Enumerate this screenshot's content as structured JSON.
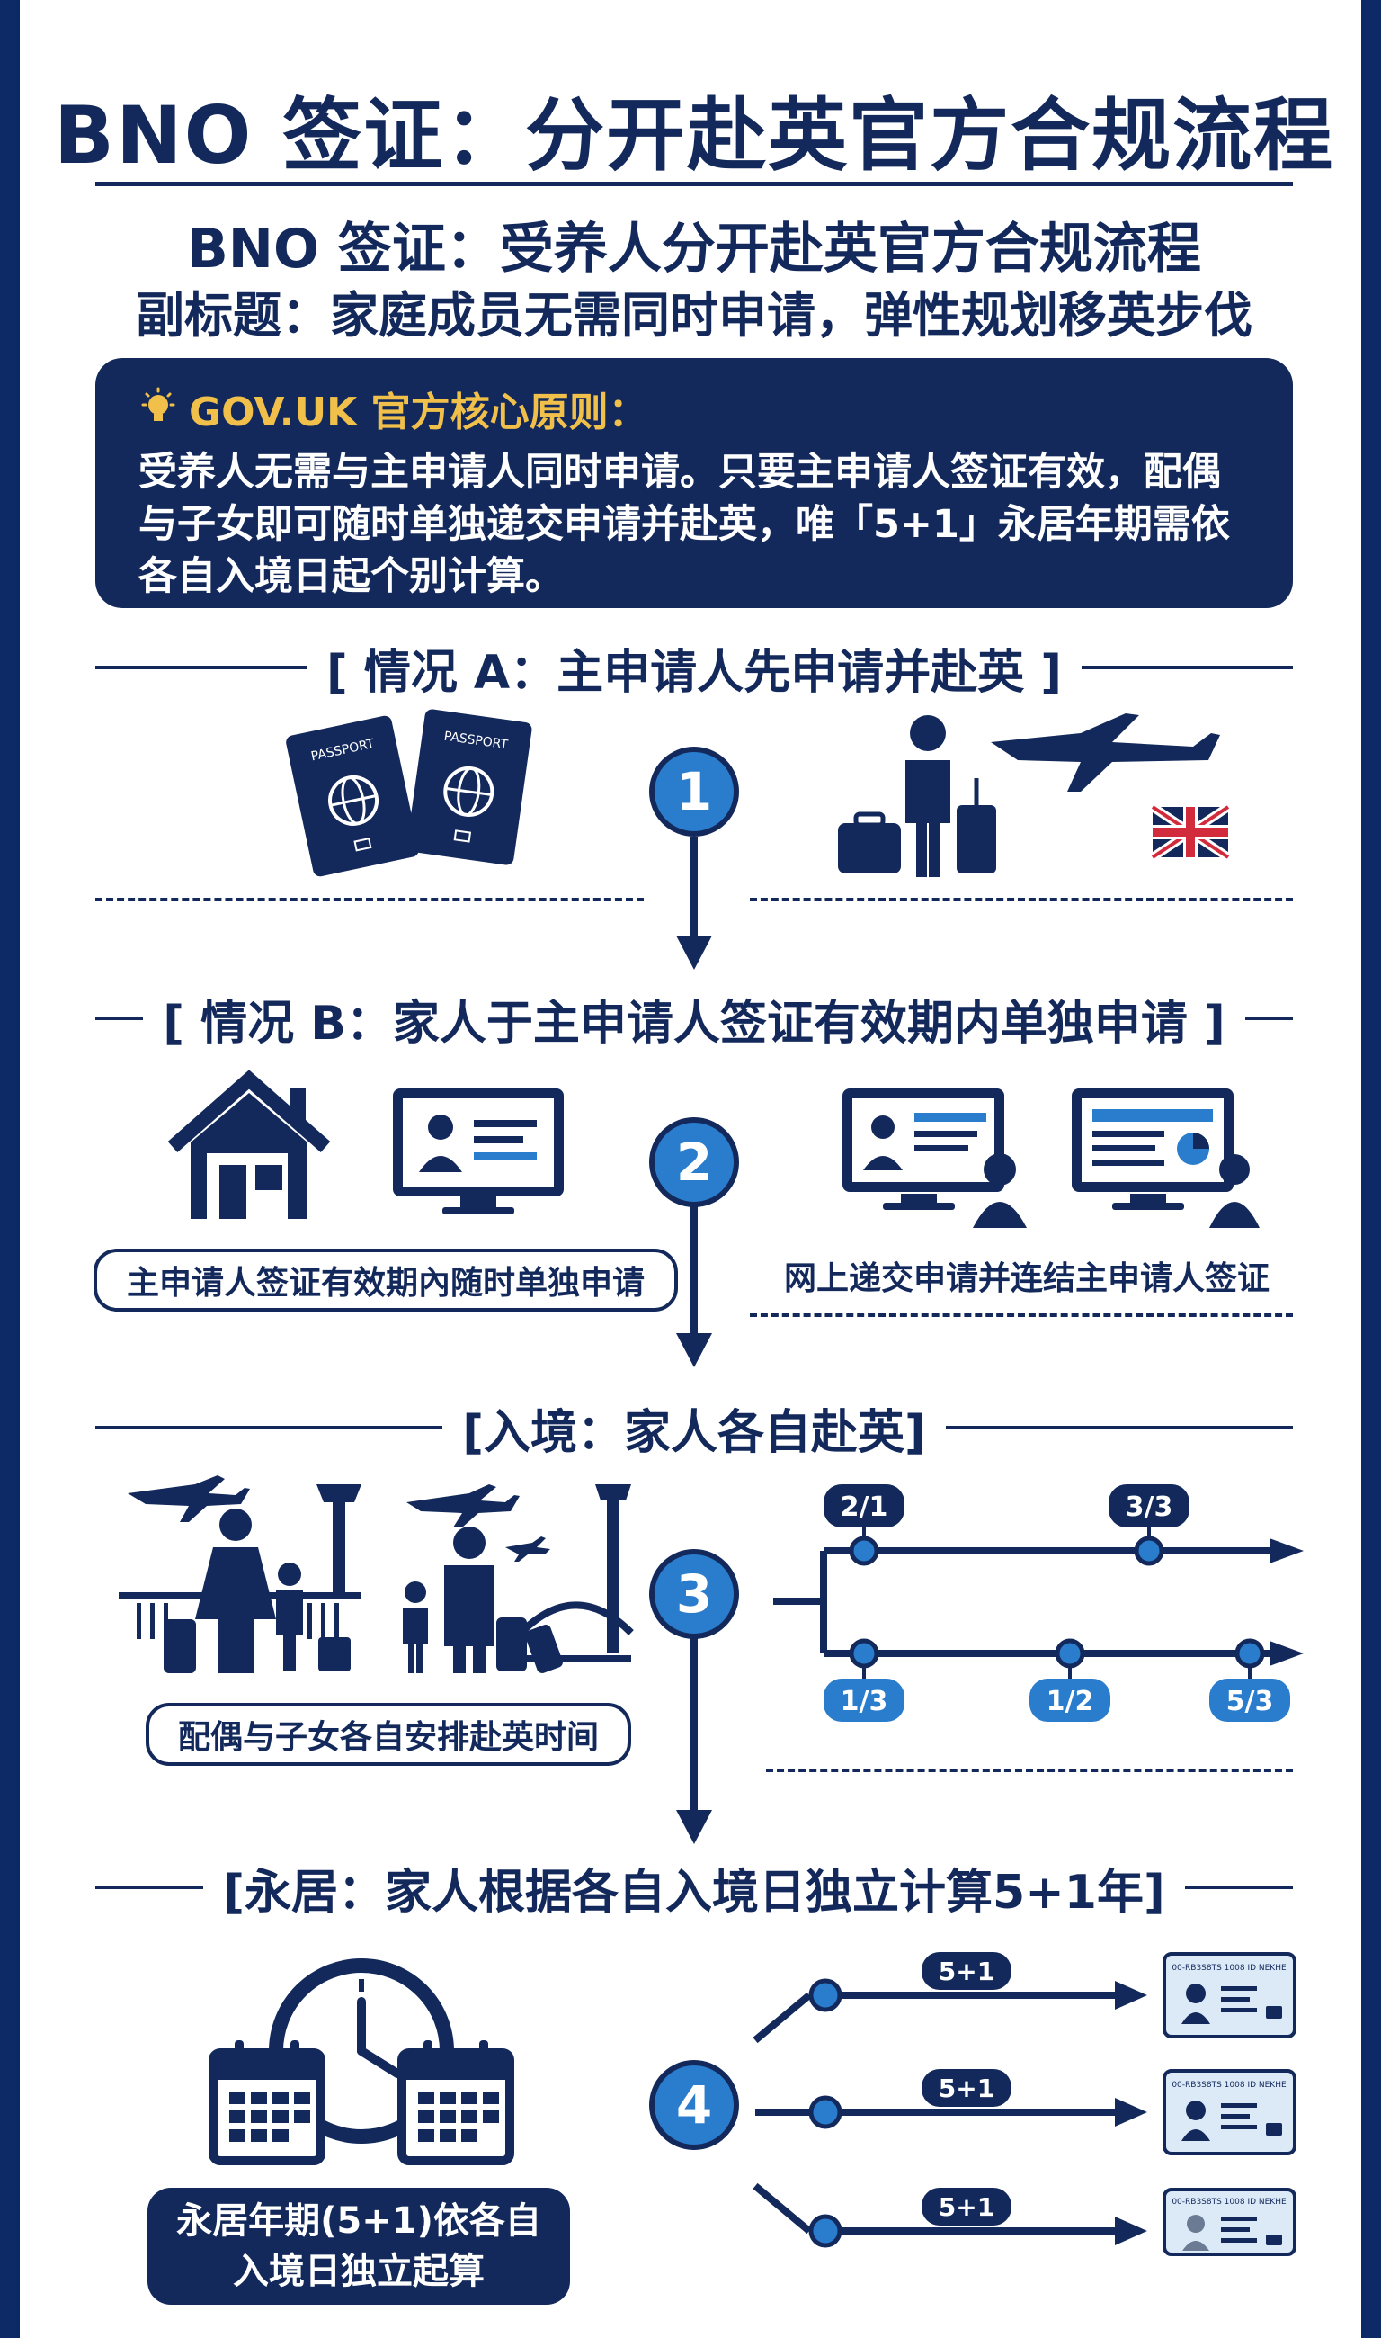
{
  "title": "BNO 签证：分开赴英官方合规流程",
  "subtitle": "BNO 签证：受养人分开赴英官方合规流程",
  "subtitle2": "副标题：家庭成员无需同时申请，弹性规划移英步伐",
  "principle": {
    "heading": "GOV.UK 官方核心原则：",
    "body": "受养人无需与主申请人同时申请。只要主申请人签证有效，配偶与子女即可随时单独递交申请并赴英，唯「5+1」永居年期需依各自入境日起个别计算。",
    "icon": "lightbulb-icon"
  },
  "sections": {
    "a": {
      "label": "[ 情况 A：主申请人先申请并赴英 ]",
      "step": "1",
      "passport_text": "PASSPORT"
    },
    "b": {
      "label": "[ 情况 B：家人于主申请人签证有效期内单独申请 ]",
      "step": "2",
      "caption_left": "主申请人签证有效期內随时单独申请",
      "caption_right": "网上递交申请并连结主申请人签证"
    },
    "c": {
      "label": "[入境：家人各自赴英]",
      "step": "3",
      "caption": "配偶与子女各自安排赴英时间"
    },
    "d": {
      "label": "[永居：家人根据各自入境日独立计算5+1年]",
      "step": "4",
      "caption": "永居年期(5+1)依各自入境日独立起算",
      "id_text": "00-RB3S8TS 1008 ID NEKHE"
    }
  },
  "timeline": {
    "upper": [
      "2/1",
      "3/3"
    ],
    "lower": [
      "1/3",
      "1/2",
      "5/3"
    ]
  },
  "pr_paths": [
    "5+1",
    "5+1",
    "5+1"
  ],
  "colors": {
    "navy": "#13295b",
    "accent_blue": "#2a7ccc",
    "gold": "#f0c04a"
  }
}
